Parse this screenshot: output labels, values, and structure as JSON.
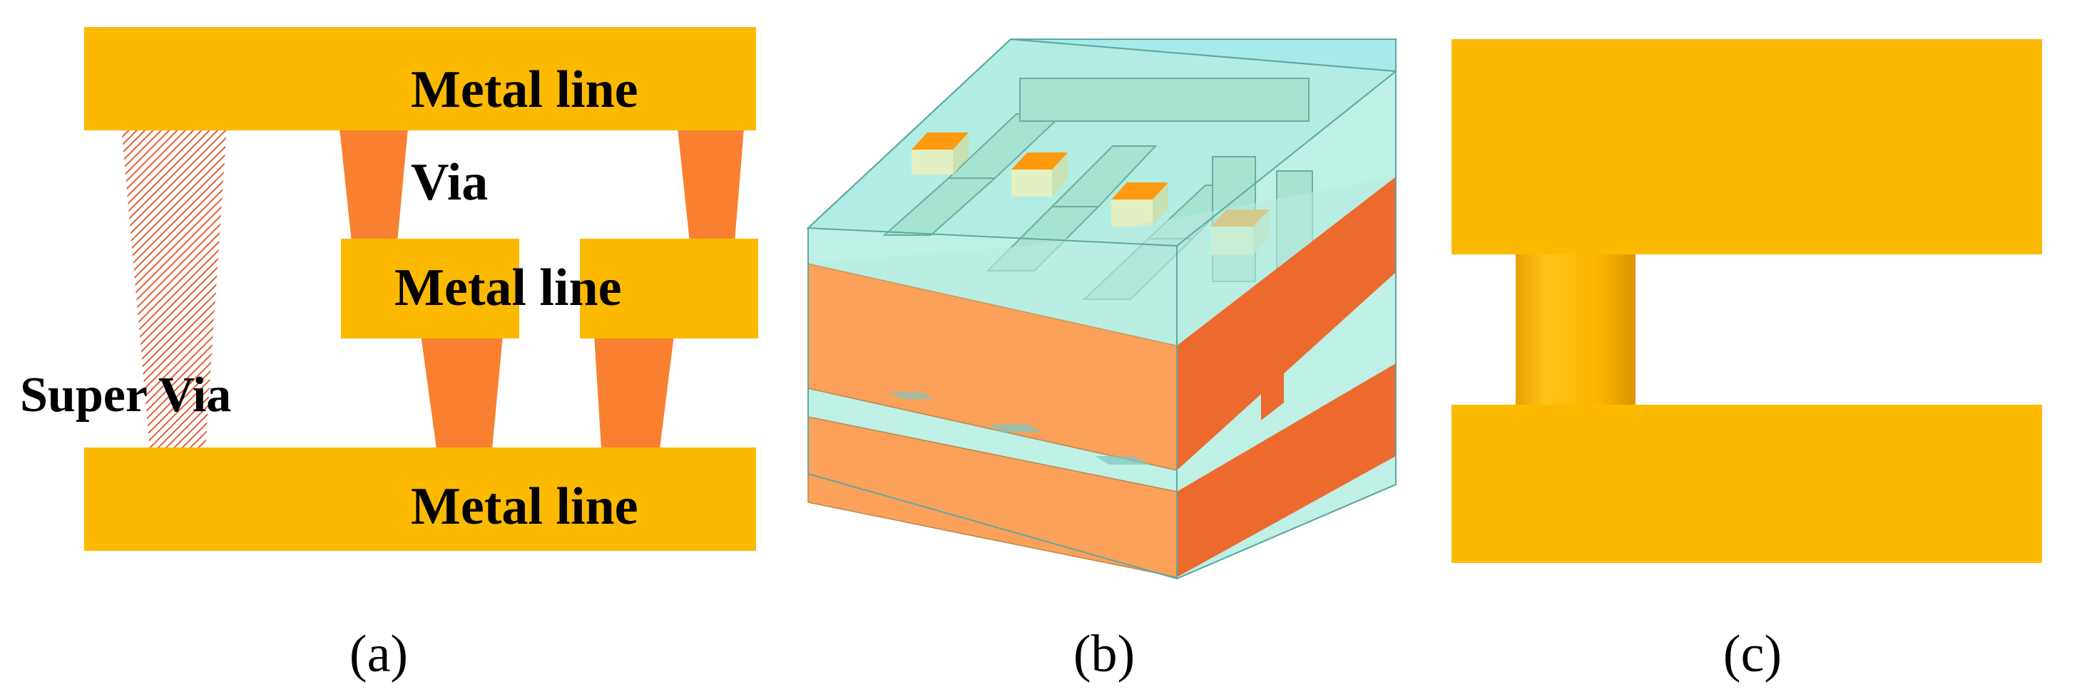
{
  "panels": {
    "a": {
      "caption": "(a)",
      "labels": {
        "top_metal": "Metal line",
        "via": "Via",
        "middle_metal": "Metal line",
        "super_via": "Super Via",
        "bottom_metal": "Metal line"
      }
    },
    "b": {
      "caption": "(b)"
    },
    "c": {
      "caption": "(c)"
    }
  },
  "colors": {
    "metal": "#FBB900",
    "via": "#F88030",
    "super_via_hatch": "#E0603A",
    "dielectric": "#AEEBDF",
    "dielectric_edge": "#5FA8A0",
    "slab_front": "#FBA15A",
    "slab_side": "#EC6A2E",
    "via_top": "#FF9A10",
    "via_side": "#E5F0C0",
    "box_top": "#9EEFF0"
  }
}
